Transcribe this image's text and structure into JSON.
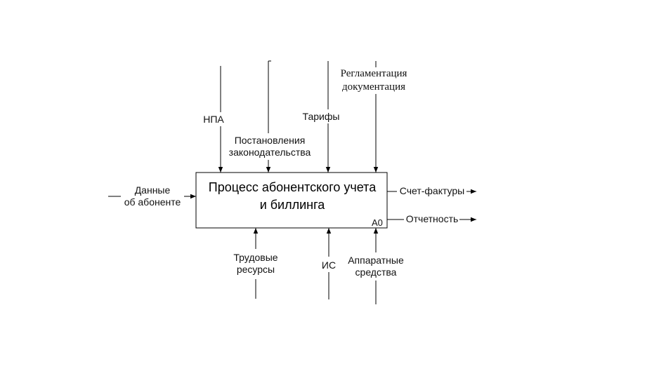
{
  "process": {
    "title_line1": "Процесс абонентского учета",
    "title_line2": "и биллинга",
    "id": "A0"
  },
  "inputs": [
    {
      "line1": "Данные",
      "line2": "об абоненте"
    }
  ],
  "controls": [
    {
      "line1": "НПА"
    },
    {
      "line1": "Постановления",
      "line2": "законодательства"
    },
    {
      "line1": "Тарифы"
    },
    {
      "line1": "Регламентация",
      "line2": "документация"
    }
  ],
  "outputs": [
    {
      "line1": "Счет-фактуры"
    },
    {
      "line1": "Отчетность"
    }
  ],
  "mechanisms": [
    {
      "line1": "Трудовые",
      "line2": "ресурсы"
    },
    {
      "line1": "ИС"
    },
    {
      "line1": "Аппаратные",
      "line2": "средства"
    }
  ]
}
